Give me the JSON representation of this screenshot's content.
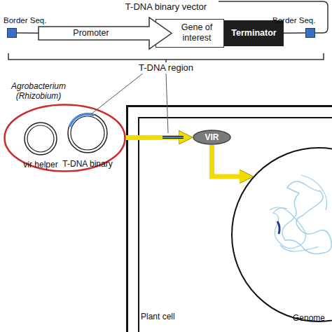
{
  "diagram": {
    "title": "T-DNA binary vector",
    "nodes": [
      {
        "text": [
          "Border Seq."
        ]
      },
      {
        "text": [
          "Promoter"
        ]
      },
      {
        "text": [
          "Gene of interest"
        ]
      },
      {
        "text": [
          "Terminator"
        ]
      },
      {
        "text": [
          "Border Seq."
        ]
      },
      {
        "text": [
          "Agrobacterium (Rhizobium)"
        ]
      },
      {
        "text": [
          "vir helper"
        ],
        "in": 5
      },
      {
        "text": [
          "T-DNA binary"
        ],
        "in": 5
      },
      {
        "text": [
          "Plant cell"
        ]
      },
      {
        "text": [
          "VIR"
        ],
        "in": 8
      },
      {
        "text": [
          "Genome"
        ],
        "in": 8
      }
    ],
    "edges": [
      {
        "from": 0,
        "to": 1,
        "arrow": "none"
      },
      {
        "from": 3,
        "to": 4,
        "arrow": "none"
      },
      {
        "from": 5,
        "to": 9,
        "arrow": "to"
      },
      {
        "from": 9,
        "to": 10,
        "arrow": "to"
      }
    ],
    "labels": [
      "T-DNA region"
    ]
  }
}
